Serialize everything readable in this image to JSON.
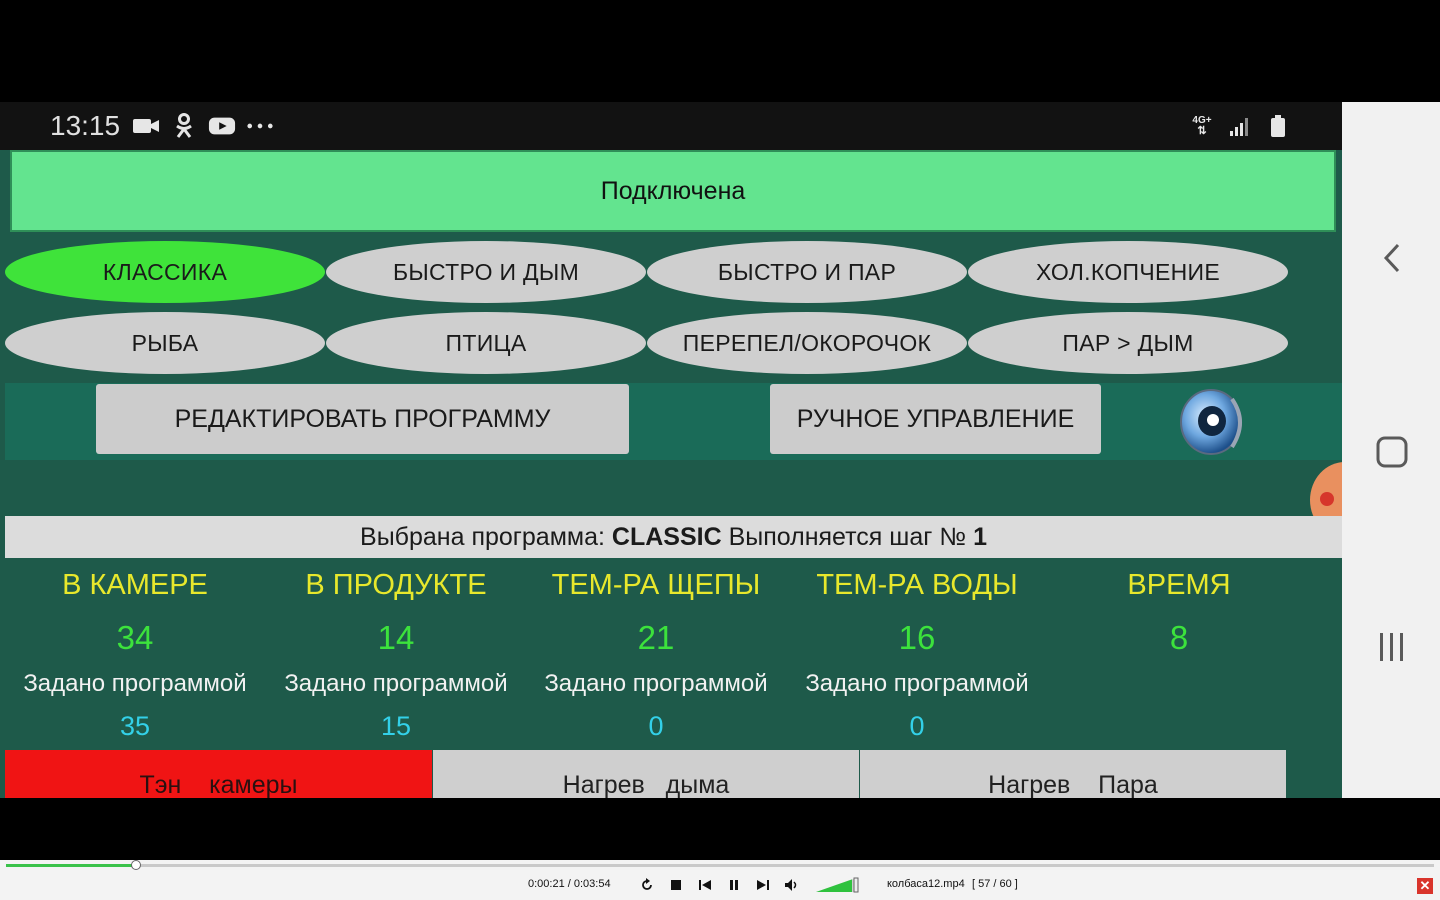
{
  "status_bar": {
    "time": "13:15",
    "left_icons": [
      "video-camera-icon",
      "odnoklassniki-icon",
      "youtube-icon",
      "more-dots-icon"
    ],
    "right_icons": [
      "network-4g-icon",
      "signal-icon",
      "battery-icon"
    ],
    "network_label": "4G+"
  },
  "connection": {
    "label": "Подключена"
  },
  "programs": {
    "row1": [
      {
        "label": "КЛАССИКА",
        "active": true
      },
      {
        "label": "БЫСТРО И ДЫМ",
        "active": false
      },
      {
        "label": "БЫСТРО И ПАР",
        "active": false
      },
      {
        "label": "ХОЛ.КОПЧЕНИЕ",
        "active": false
      }
    ],
    "row2": [
      {
        "label": "РЫБА",
        "active": false
      },
      {
        "label": "ПТИЦА",
        "active": false
      },
      {
        "label": "ПЕРЕПЕЛ/ОКОРОЧОК",
        "active": false
      },
      {
        "label": "ПАР > ДЫМ",
        "active": false
      }
    ]
  },
  "actions": {
    "edit_label": "РЕДАКТИРОВАТЬ ПРОГРАММУ",
    "manual_label": "РУЧНОЕ УПРАВЛЕНИЕ"
  },
  "info": {
    "prefix": "Выбрана программа:",
    "program": "CLASSIC",
    "middle": "Выполняется шаг №",
    "step": "1"
  },
  "readings": [
    {
      "head": "В КАМЕРЕ",
      "value": "34",
      "sub": "Задано программой",
      "set": "35"
    },
    {
      "head": "В ПРОДУКТЕ",
      "value": "14",
      "sub": "Задано программой",
      "set": "15"
    },
    {
      "head": "ТЕМ-РА ЩЕПЫ",
      "value": "21",
      "sub": "Задано программой",
      "set": "0"
    },
    {
      "head": "ТЕМ-РА ВОДЫ",
      "value": "16",
      "sub": "Задано программой",
      "set": "0"
    },
    {
      "head": "ВРЕМЯ",
      "value": "8",
      "sub": "",
      "set": ""
    }
  ],
  "outputs": [
    {
      "label": "Тэн    камеры",
      "state": "on"
    },
    {
      "label": "Нагрев   дыма",
      "state": "off"
    },
    {
      "label": "Нагрев    Пара",
      "state": "off"
    }
  ],
  "colors": {
    "screen_bg": "#1e5a4a",
    "connected": "#63e48f",
    "active_program": "#3fe33a",
    "heading": "#e8e82c",
    "value": "#3ce23c",
    "setpoint": "#33d0e8",
    "output_on": "#f01414"
  },
  "player": {
    "time": "0:00:21 / 0:03:54",
    "filename": "колбаса12.mp4",
    "playlist": "[ 57 / 60 ]",
    "progress_fraction": 0.09,
    "volume_fraction": 0.9,
    "close_symbol": "✕"
  }
}
